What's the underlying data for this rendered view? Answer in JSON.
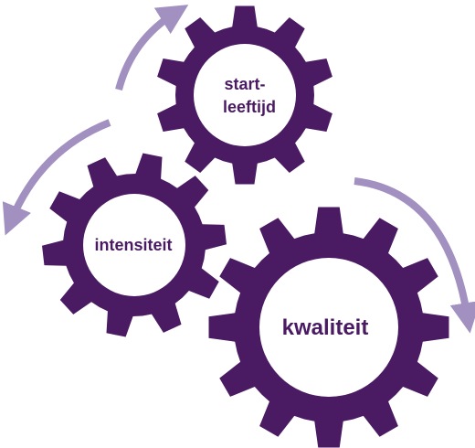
{
  "colors": {
    "gear": "#4a1a63",
    "arrow": "#a190c0",
    "hole": "#ffffff",
    "text": "#4a1a63"
  },
  "gears": [
    {
      "id": "startleeftijd",
      "label_lines": [
        "start-",
        "leeftijd"
      ]
    },
    {
      "id": "intensiteit",
      "label_lines": [
        "intensiteit"
      ]
    },
    {
      "id": "kwaliteit",
      "label_lines": [
        "kwaliteit"
      ]
    }
  ]
}
